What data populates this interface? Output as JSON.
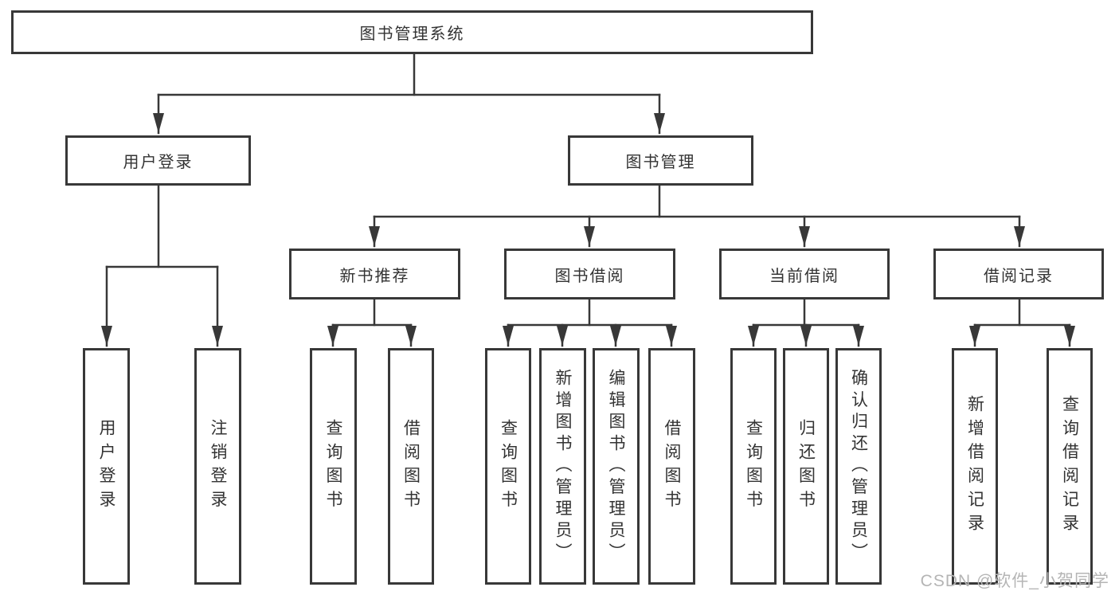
{
  "diagram": {
    "root": {
      "label": "图书管理系统"
    },
    "level2": [
      {
        "label": "用户登录"
      },
      {
        "label": "图书管理"
      }
    ],
    "level3": [
      {
        "label": "新书推荐"
      },
      {
        "label": "图书借阅"
      },
      {
        "label": "当前借阅"
      },
      {
        "label": "借阅记录"
      }
    ],
    "leaves": [
      {
        "label": "用户登录"
      },
      {
        "label": "注销登录"
      },
      {
        "label": "查询图书"
      },
      {
        "label": "借阅图书"
      },
      {
        "label": "查询图书"
      },
      {
        "label": "新增图书（管理员）"
      },
      {
        "label": "编辑图书（管理员）"
      },
      {
        "label": "借阅图书"
      },
      {
        "label": "查询图书"
      },
      {
        "label": "归还图书"
      },
      {
        "label": "确认归还（管理员）"
      },
      {
        "label": "新增借阅记录"
      },
      {
        "label": "查询借阅记录"
      }
    ],
    "colors": {
      "line": "#383838",
      "border": "#383838",
      "text": "#333333",
      "background": "#ffffff",
      "watermark": "#b5b5b5"
    }
  },
  "watermark": {
    "text": "CSDN @软件_小贺同学"
  }
}
